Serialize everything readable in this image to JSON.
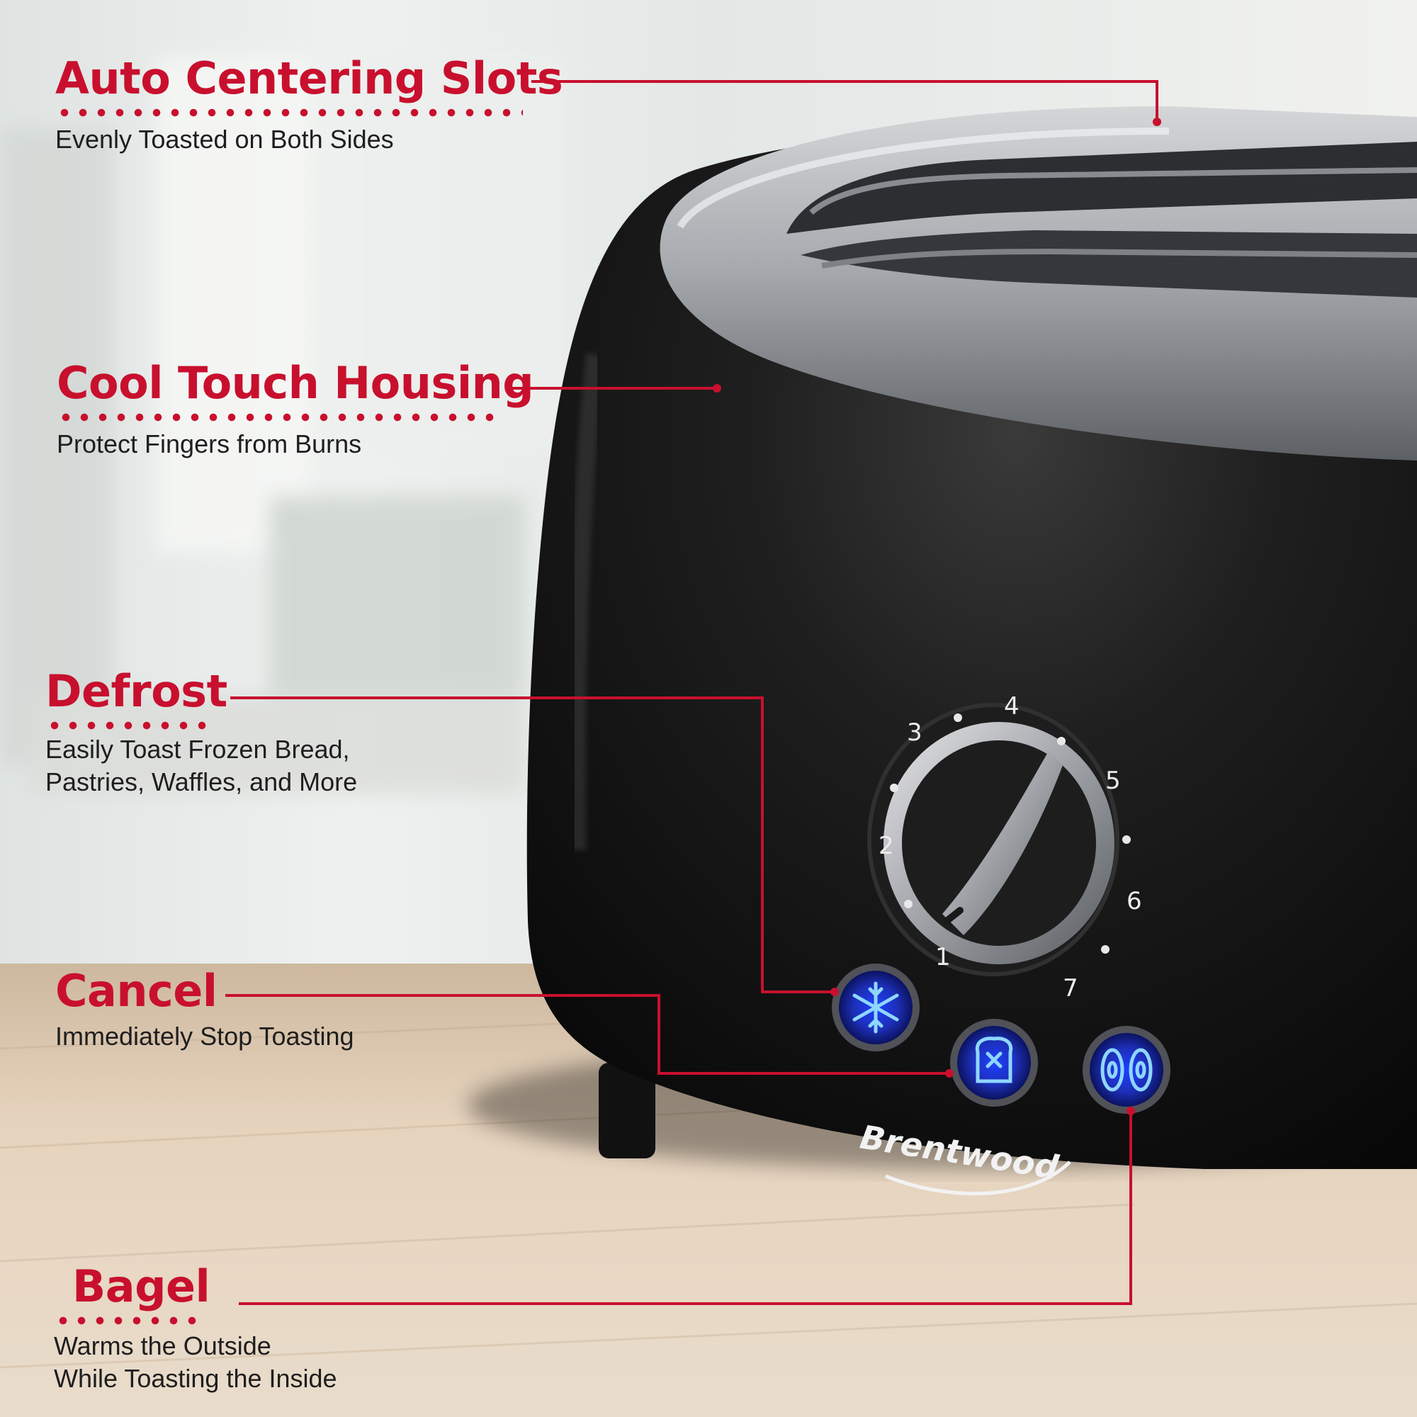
{
  "features": [
    {
      "title": "Auto Centering Slots",
      "subtitle": [
        "Evenly Toasted on Both Sides"
      ]
    },
    {
      "title": "Cool Touch Housing",
      "subtitle": [
        "Protect Fingers from Burns"
      ]
    },
    {
      "title": "Defrost",
      "subtitle": [
        "Easily Toast Frozen Bread,",
        "Pastries, Waffles, and More"
      ]
    },
    {
      "title": "Cancel",
      "subtitle": [
        "Immediately Stop Toasting"
      ]
    },
    {
      "title": "Bagel",
      "subtitle": [
        "Warms the Outside",
        "While Toasting the Inside"
      ]
    }
  ],
  "dial": {
    "numbers": [
      "1",
      "2",
      "3",
      "4",
      "5",
      "6",
      "7"
    ]
  },
  "buttons": [
    {
      "name": "defrost-button",
      "icon": "snowflake-icon"
    },
    {
      "name": "cancel-button",
      "icon": "cancel-toast-icon"
    },
    {
      "name": "bagel-button",
      "icon": "bagel-icon"
    }
  ],
  "brand": "Brentwood",
  "colors": {
    "accent": "#c8102e",
    "button_glow": "#2a5bff",
    "housing": "#161616",
    "text": "#1e1e1e"
  }
}
